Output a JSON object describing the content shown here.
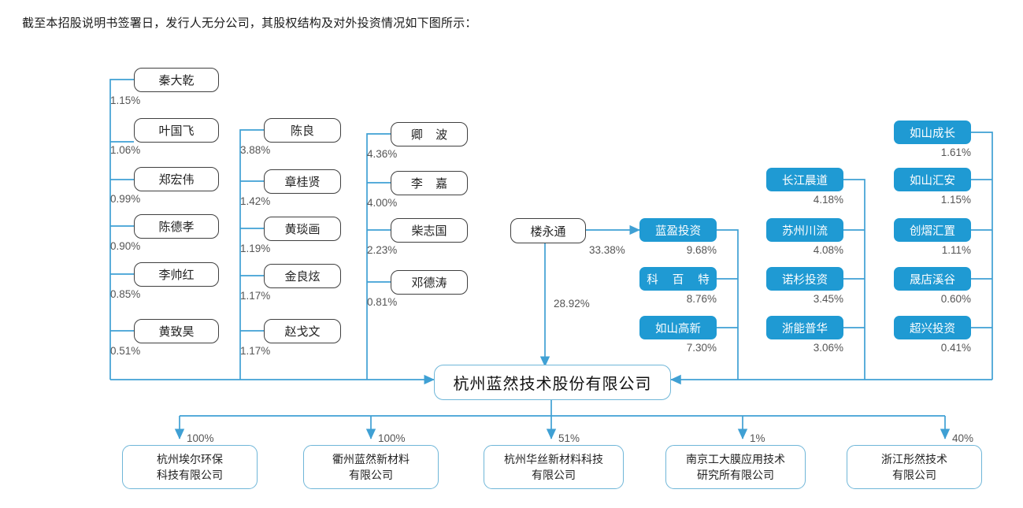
{
  "intro": "截至本招股说明书签署日，发行人无分公司，其股权结构及对外投资情况如下图所示：",
  "colors": {
    "institution_fill": "#1f9ad3",
    "connector": "#3fa0d4",
    "person_border": "#3f3f3f",
    "company_border": "#6fb6d8"
  },
  "company": {
    "name": "杭州蓝然技术股份有限公司"
  },
  "controlling_shareholder": {
    "name": "楼永通",
    "pct_to_company": "28.92%",
    "pct_to_lanying": "33.38%"
  },
  "columns": {
    "person_col1": [
      {
        "name": "秦大乾",
        "pct": "1.15%"
      },
      {
        "name": "叶国飞",
        "pct": "1.06%"
      },
      {
        "name": "郑宏伟",
        "pct": "0.99%"
      },
      {
        "name": "陈德孝",
        "pct": "0.90%"
      },
      {
        "name": "李帅红",
        "pct": "0.85%"
      },
      {
        "name": "黄致昊",
        "pct": "0.51%"
      }
    ],
    "person_col2": [
      {
        "name": "陈良",
        "pct": "3.88%"
      },
      {
        "name": "章桂贤",
        "pct": "1.42%"
      },
      {
        "name": "黄琰画",
        "pct": "1.19%"
      },
      {
        "name": "金良炫",
        "pct": "1.17%"
      },
      {
        "name": "赵戈文",
        "pct": "1.17%"
      }
    ],
    "person_col3": [
      {
        "name": "卿 波",
        "pct": "4.36%"
      },
      {
        "name": "李 嘉",
        "pct": "4.00%"
      },
      {
        "name": "柴志国",
        "pct": "2.23%"
      },
      {
        "name": "邓德涛",
        "pct": "0.81%"
      }
    ],
    "inst_col1": [
      {
        "name": "蓝盈投资",
        "pct": "9.68%"
      },
      {
        "name": "科 百 特",
        "pct": "8.76%"
      },
      {
        "name": "如山高新",
        "pct": "7.30%"
      }
    ],
    "inst_col2": [
      {
        "name": "长江晨道",
        "pct": "4.18%"
      },
      {
        "name": "苏州川流",
        "pct": "4.08%"
      },
      {
        "name": "诺杉投资",
        "pct": "3.45%"
      },
      {
        "name": "浙能普华",
        "pct": "3.06%"
      }
    ],
    "inst_col3": [
      {
        "name": "如山成长",
        "pct": "1.61%"
      },
      {
        "name": "如山汇安",
        "pct": "1.15%"
      },
      {
        "name": "创熠汇置",
        "pct": "1.11%"
      },
      {
        "name": "晟店溪谷",
        "pct": "0.60%"
      },
      {
        "name": "超兴投资",
        "pct": "0.41%"
      }
    ]
  },
  "subsidiaries": [
    {
      "name": "杭州埃尔环保\n科技有限公司",
      "line1": "杭州埃尔环保",
      "line2": "科技有限公司",
      "pct": "100%"
    },
    {
      "name": "衢州蓝然新材料\n有限公司",
      "line1": "衢州蓝然新材料",
      "line2": "有限公司",
      "pct": "100%"
    },
    {
      "name": "杭州华丝新材料科技\n有限公司",
      "line1": "杭州华丝新材料科技",
      "line2": "有限公司",
      "pct": "51%"
    },
    {
      "name": "南京工大膜应用技术\n研究所有限公司",
      "line1": "南京工大膜应用技术",
      "line2": "研究所有限公司",
      "pct": "1%"
    },
    {
      "name": "浙江彤然技术\n有限公司",
      "line1": "浙江彤然技术",
      "line2": "有限公司",
      "pct": "40%"
    }
  ]
}
